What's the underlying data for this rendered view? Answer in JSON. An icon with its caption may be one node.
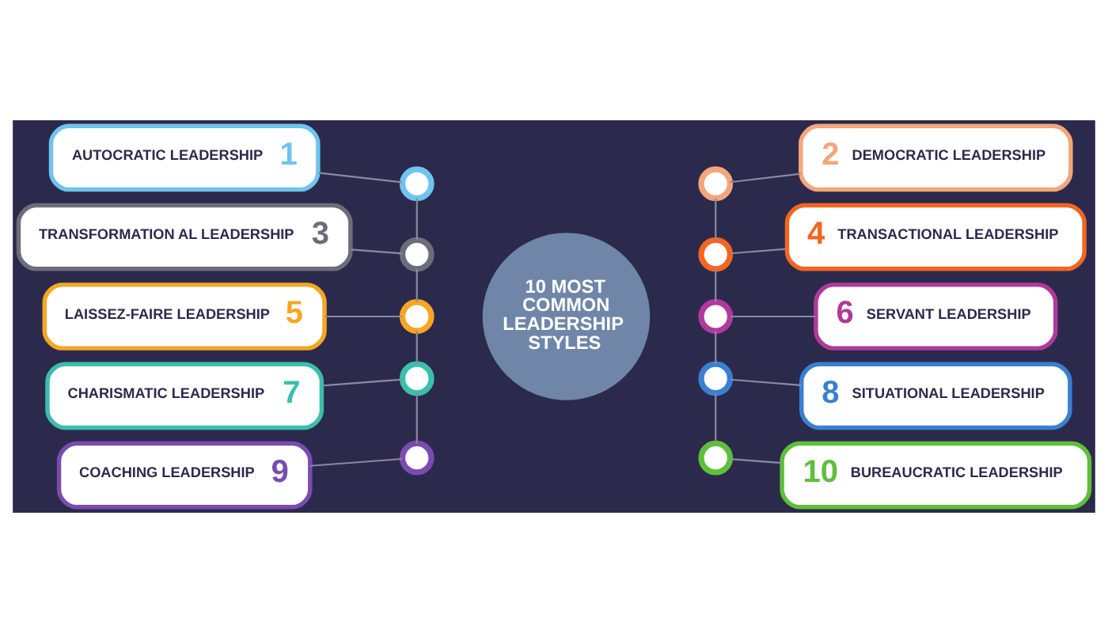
{
  "diagram": {
    "nodes": [
      {
        "text": [
          "10 MOST COMMON LEADERSHIP STYLES"
        ]
      },
      {
        "text": [],
        "shape": "circle"
      },
      {
        "text": [],
        "shape": "circle"
      },
      {
        "text": [],
        "shape": "circle"
      },
      {
        "text": [],
        "shape": "circle"
      },
      {
        "text": [],
        "shape": "circle"
      },
      {
        "text": [],
        "shape": "circle"
      },
      {
        "text": [],
        "shape": "circle"
      },
      {
        "text": [],
        "shape": "circle"
      },
      {
        "text": [],
        "shape": "circle"
      },
      {
        "text": [],
        "shape": "circle"
      },
      {
        "text": [
          "AUTOCRATIC LEADERSHIP",
          "1"
        ]
      },
      {
        "text": [
          "2",
          "DEMOCRATIC LEADERSHIP"
        ]
      },
      {
        "text": [
          "TRANSFORMATION AL LEADERSHIP",
          "3"
        ]
      },
      {
        "text": [
          "4",
          "TRANSACTIONAL LEADERSHIP"
        ]
      },
      {
        "text": [
          "LAISSEZ-FAIRE LEADERSHIP",
          "5"
        ]
      },
      {
        "text": [
          "6",
          "SERVANT LEADERSHIP"
        ]
      },
      {
        "text": [
          "CHARISMATIC LEADERSHIP",
          "7"
        ]
      },
      {
        "text": [
          "8",
          "SITUATIONAL LEADERSHIP"
        ]
      },
      {
        "text": [
          "COACHING LEADERSHIP",
          "9"
        ]
      },
      {
        "text": [
          "10",
          "BUREAUCRATIC LEADERSHIP"
        ]
      }
    ],
    "edges": [
      {
        "from": 11,
        "to": 1,
        "arrow": "none"
      },
      {
        "from": 6,
        "to": 12,
        "arrow": "none"
      },
      {
        "from": 13,
        "to": 2,
        "arrow": "none"
      },
      {
        "from": 7,
        "to": 14,
        "arrow": "none"
      },
      {
        "from": 15,
        "to": 3,
        "arrow": "none"
      },
      {
        "from": 8,
        "to": 16,
        "arrow": "none"
      },
      {
        "from": 17,
        "to": 4,
        "arrow": "none"
      },
      {
        "from": 9,
        "to": 18,
        "arrow": "none"
      },
      {
        "from": 19,
        "to": 5,
        "arrow": "none"
      },
      {
        "from": 10,
        "to": 20,
        "arrow": "none"
      },
      {
        "from": 1,
        "to": 2,
        "arrow": "none"
      },
      {
        "from": 2,
        "to": 3,
        "arrow": "none"
      },
      {
        "from": 3,
        "to": 4,
        "arrow": "none"
      },
      {
        "from": 4,
        "to": 5,
        "arrow": "none"
      },
      {
        "from": 6,
        "to": 7,
        "arrow": "none"
      },
      {
        "from": 7,
        "to": 8,
        "arrow": "none"
      },
      {
        "from": 8,
        "to": 9,
        "arrow": "none"
      },
      {
        "from": 9,
        "to": 10,
        "arrow": "none"
      }
    ]
  }
}
